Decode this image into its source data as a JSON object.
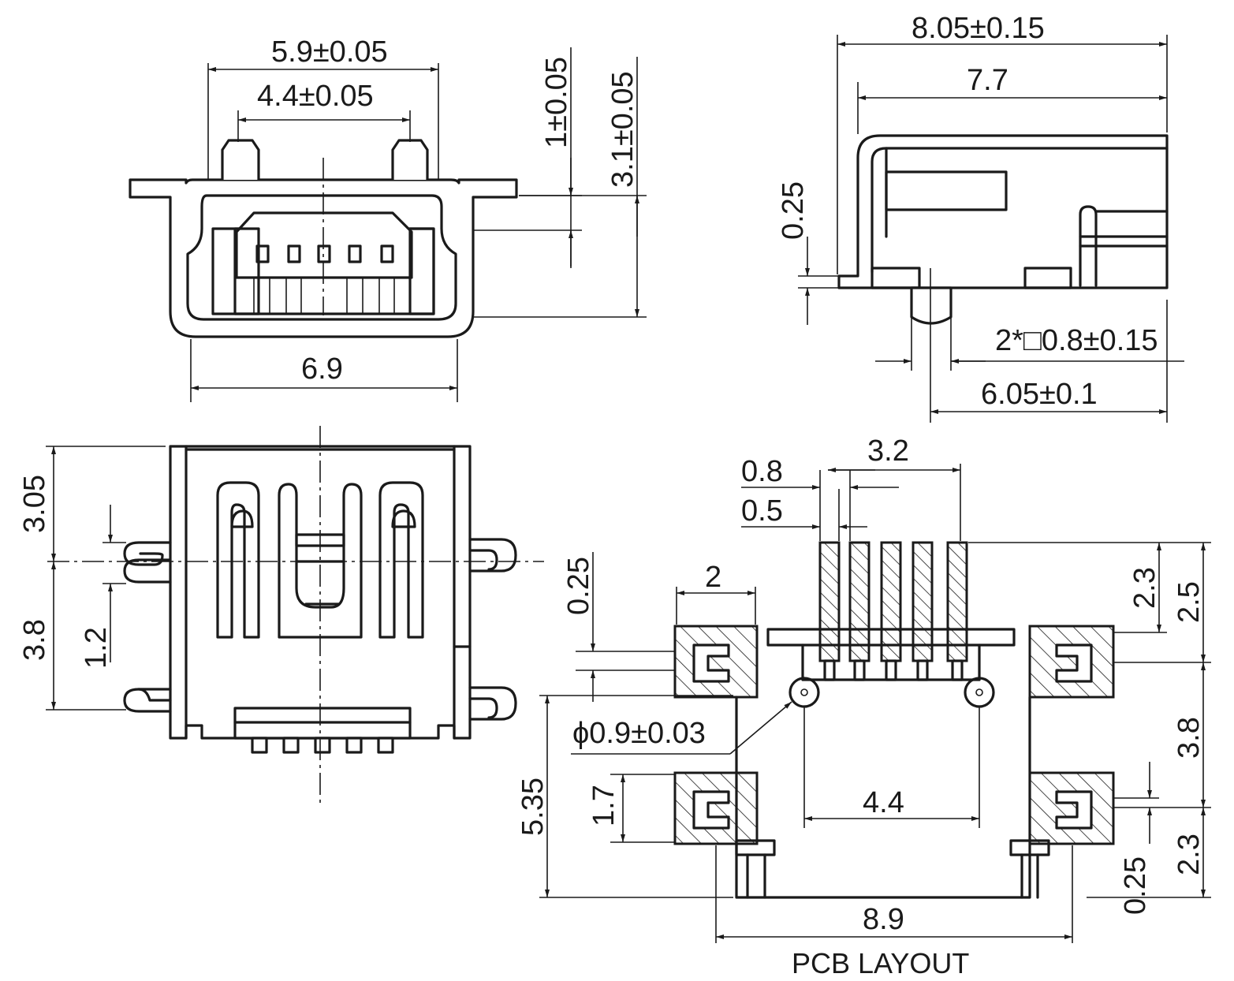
{
  "colors": {
    "ink": "#1a1a1a",
    "paper": "#ffffff"
  },
  "front_view": {
    "dim_width_outer": "5.9±0.05",
    "dim_width_inner": "4.4±0.05",
    "dim_height_small": "1±0.05",
    "dim_height_total": "3.1±0.05",
    "dim_width_body": "6.9"
  },
  "side_view": {
    "dim_length_total": "8.05±0.15",
    "dim_length_body": "7.7",
    "dim_thickness": "0.25",
    "dim_peg": "2*□0.8±0.15",
    "dim_peg_offset": "6.05±0.1"
  },
  "top_view": {
    "dim_upper": "3.05",
    "dim_lower": "3.8",
    "dim_slot": "1.2"
  },
  "pcb_layout": {
    "title": "PCB LAYOUT",
    "dim_pitch_span": "3.2",
    "dim_pad_pitch": "0.8",
    "dim_pad_width": "0.5",
    "dim_pad_top": "0.25",
    "dim_mount_pad": "2",
    "dim_hole": "ϕ0.9±0.03",
    "dim_hole_spacing": "4.4",
    "dim_left_height": "5.35",
    "dim_lower_pad": "1.7",
    "dim_right_upper": "2.3",
    "dim_right_total": "2.5",
    "dim_right_mid": "3.8",
    "dim_right_lower": "2.3",
    "dim_right_gap": "0.25",
    "dim_total_width": "8.9"
  }
}
